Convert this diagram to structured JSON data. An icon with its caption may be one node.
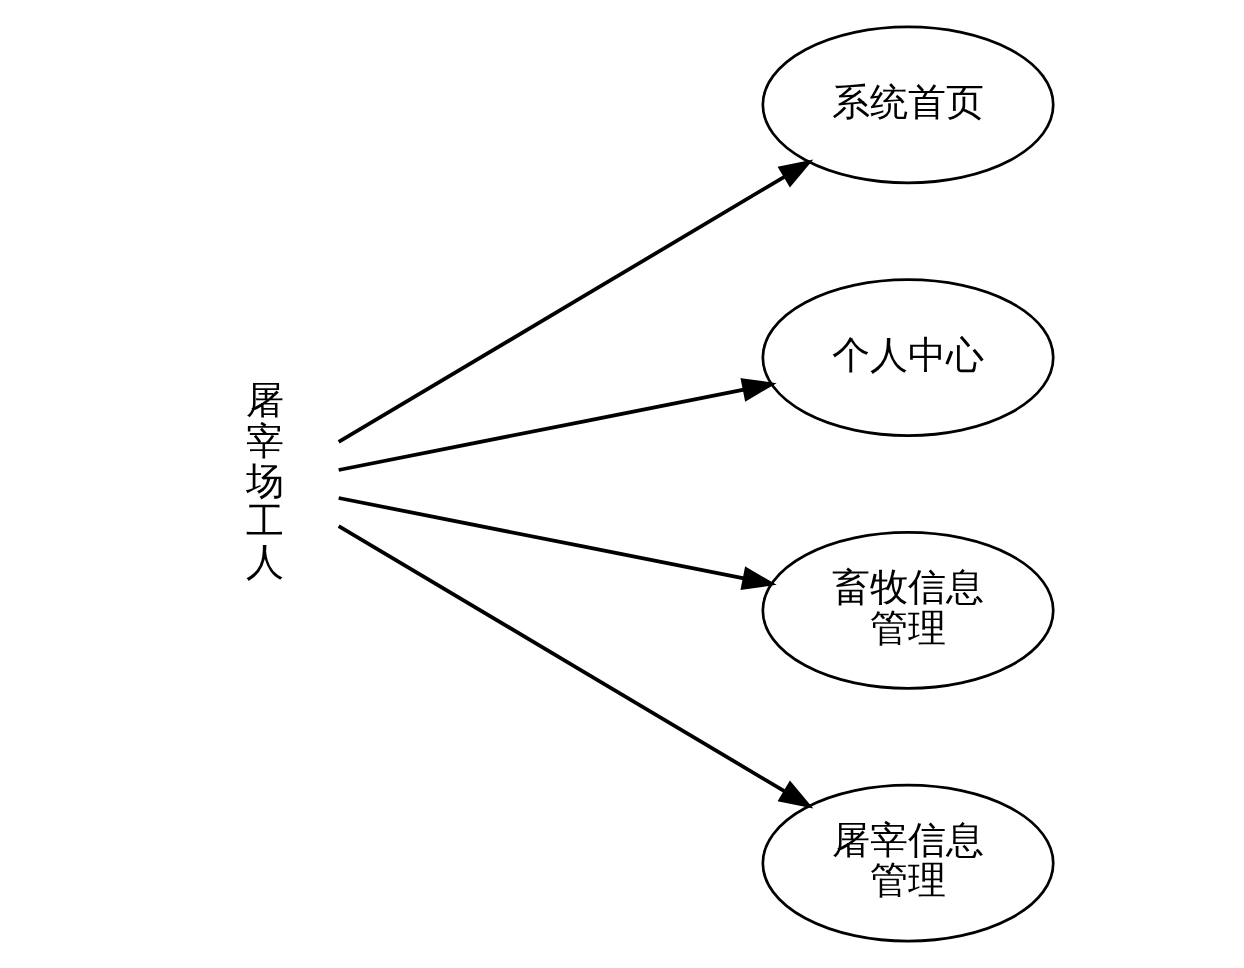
{
  "diagram": {
    "nodes": [
      {
        "text": [
          "屠宰场工人"
        ]
      },
      {
        "text": [
          "系统首页"
        ]
      },
      {
        "text": [
          "个人中心"
        ]
      },
      {
        "text": [
          "畜牧信息管理"
        ]
      },
      {
        "text": [
          "屠宰信息管理"
        ]
      }
    ],
    "edges": [
      {
        "from": 0,
        "to": 1,
        "arrow": "to"
      },
      {
        "from": 0,
        "to": 2,
        "arrow": "to"
      },
      {
        "from": 0,
        "to": 3,
        "arrow": "to"
      },
      {
        "from": 0,
        "to": 4,
        "arrow": "to"
      }
    ]
  }
}
